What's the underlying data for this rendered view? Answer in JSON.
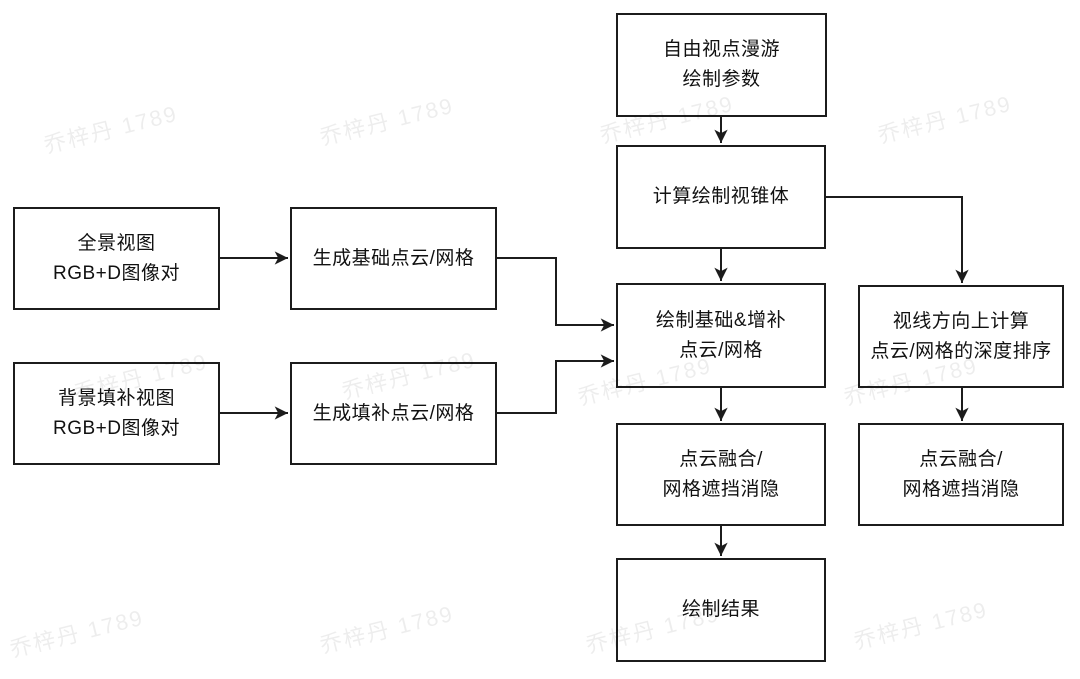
{
  "diagram": {
    "title": "free-viewpoint-rendering-pipeline-flowchart",
    "nodes": {
      "free_viewpoint_params": {
        "label": "自由视点漫游\n绘制参数"
      },
      "compute_frustum": {
        "label": "计算绘制视锥体"
      },
      "panorama_view": {
        "label": "全景视图\nRGB+D图像对"
      },
      "background_fill_view": {
        "label": "背景填补视图\nRGB+D图像对"
      },
      "gen_base_cloud": {
        "label": "生成基础点云/网格"
      },
      "gen_fill_cloud": {
        "label": "生成填补点云/网格"
      },
      "render_base_suppl": {
        "label": "绘制基础&增补\n点云/网格"
      },
      "fusion_center": {
        "label": "点云融合/\n网格遮挡消隐"
      },
      "render_result": {
        "label": "绘制结果"
      },
      "depth_sort": {
        "label": "视线方向上计算\n点云/网格的深度排序"
      },
      "fusion_right": {
        "label": "点云融合/\n网格遮挡消隐"
      }
    },
    "watermark": {
      "text": "乔梓丹 1789"
    },
    "colors": {
      "line": "#1c1c1c",
      "box_fill": "#ffffff",
      "text": "#111111"
    }
  }
}
